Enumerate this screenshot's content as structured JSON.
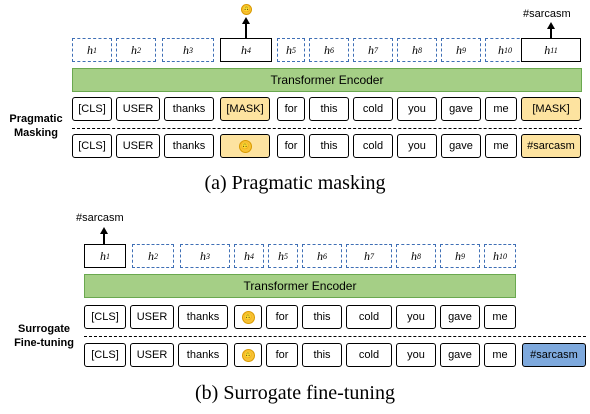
{
  "panel_a": {
    "side_label": [
      "Pragmatic",
      "Masking"
    ],
    "encoder": "Transformer Encoder",
    "hidden": [
      {
        "base": "h",
        "sub": "1"
      },
      {
        "base": "h",
        "sub": "2"
      },
      {
        "base": "h",
        "sub": "3"
      },
      {
        "base": "h",
        "sub": "4"
      },
      {
        "base": "h",
        "sub": "5"
      },
      {
        "base": "h",
        "sub": "6"
      },
      {
        "base": "h",
        "sub": "7"
      },
      {
        "base": "h",
        "sub": "8"
      },
      {
        "base": "h",
        "sub": "9"
      },
      {
        "base": "h",
        "sub": "10"
      },
      {
        "base": "h",
        "sub": "11"
      }
    ],
    "masked_tokens": [
      "[CLS]",
      "USER",
      "thanks",
      "[MASK]",
      "for",
      "this",
      "cold",
      "you",
      "gave",
      "me",
      "[MASK]"
    ],
    "original_tokens": [
      "[CLS]",
      "USER",
      "thanks",
      "🙃",
      "for",
      "this",
      "cold",
      "you",
      "gave",
      "me",
      "#sarcasm"
    ],
    "output_right": "#sarcasm",
    "caption": "(a) Pragmatic masking"
  },
  "panel_b": {
    "side_label": [
      "Surrogate",
      "Fine-tuning"
    ],
    "encoder": "Transformer Encoder",
    "hidden": [
      {
        "base": "h",
        "sub": "1"
      },
      {
        "base": "h",
        "sub": "2"
      },
      {
        "base": "h",
        "sub": "3"
      },
      {
        "base": "h",
        "sub": "4"
      },
      {
        "base": "h",
        "sub": "5"
      },
      {
        "base": "h",
        "sub": "6"
      },
      {
        "base": "h",
        "sub": "7"
      },
      {
        "base": "h",
        "sub": "8"
      },
      {
        "base": "h",
        "sub": "9"
      },
      {
        "base": "h",
        "sub": "10"
      }
    ],
    "input_tokens": [
      "[CLS]",
      "USER",
      "thanks",
      "🙃",
      "for",
      "this",
      "cold",
      "you",
      "gave",
      "me"
    ],
    "label_tokens": [
      "[CLS]",
      "USER",
      "thanks",
      "🙃",
      "for",
      "this",
      "cold",
      "you",
      "gave",
      "me",
      "#sarcasm"
    ],
    "output_left": "#sarcasm",
    "caption": "(b) Surrogate fine-tuning"
  },
  "colors": {
    "encoder": "#a5cf86",
    "mask_fill": "#fde3a0",
    "label_fill": "#7ea9dd",
    "hidden_dash": "#3f6fb5"
  }
}
